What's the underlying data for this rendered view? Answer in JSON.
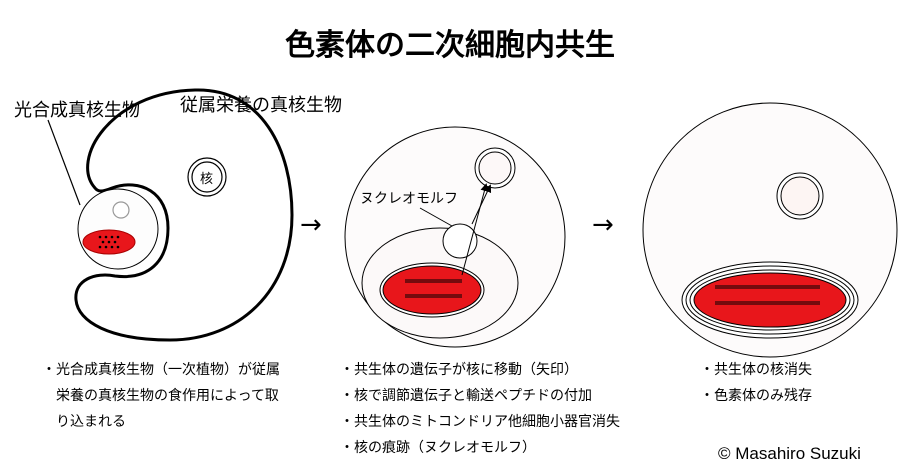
{
  "title": "色素体の二次細胞内共生",
  "labels": {
    "photosynthetic": "光合成真核生物",
    "heterotroph": "従属栄養の真核生物",
    "nucleus": "核",
    "nucleomorph": "ヌクレオモルフ"
  },
  "steps": [
    {
      "bullets": [
        "・光合成真核生物（一次植物）が従属",
        "　栄養の真核生物の食作用によって取",
        "　り込まれる"
      ]
    },
    {
      "bullets": [
        "・共生体の遺伝子が核に移動（矢印）",
        "・核で調節遺伝子と輸送ペプチドの付加",
        "・共生体のミトコンドリア他細胞小器官消失",
        "・核の痕跡（ヌクレオモルフ）"
      ]
    },
    {
      "bullets": [
        "・共生体の核消失",
        "・色素体のみ残存"
      ]
    }
  ],
  "arrows": [
    "→",
    "→"
  ],
  "copyright": "© Masahiro Suzuki",
  "colors": {
    "plastid": "#e8161b",
    "outline": "#000000"
  }
}
